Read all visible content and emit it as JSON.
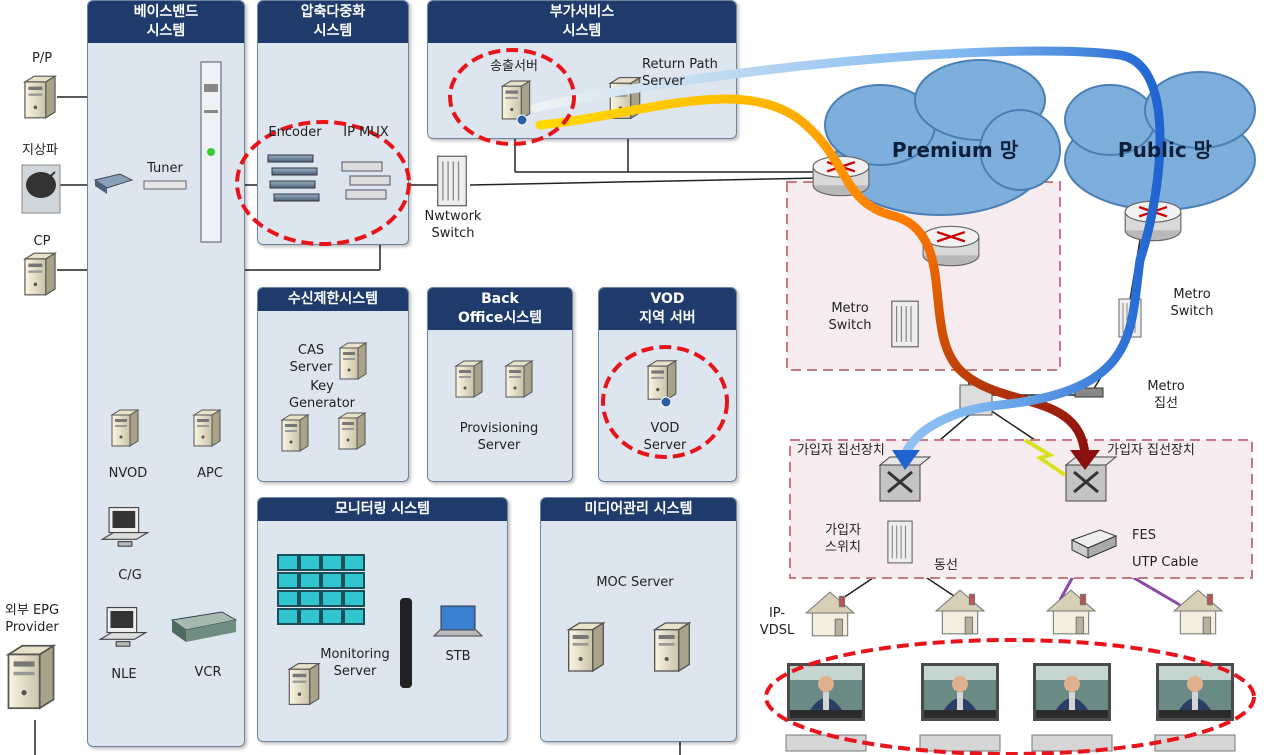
{
  "panels": {
    "baseband": "베이스밴드\n시스템",
    "compression": "압축다중화\n시스템",
    "value_added": "부가서비스\n시스템",
    "cas": "수신제한시스템",
    "back_office": "Back\nOffice시스템",
    "vod": "VOD\n지역 서버",
    "monitoring": "모니터링 시스템",
    "media_mgmt": "미디어관리 시스템"
  },
  "labels": {
    "pp": "P/P",
    "terrestrial": "지상파",
    "cp": "CP",
    "tuner": "Tuner",
    "external_epg": "외부 EPG\nProvider",
    "nvod": "NVOD",
    "apc": "APC",
    "cg": "C/G",
    "nle": "NLE",
    "vcr": "VCR",
    "encoder": "Encoder",
    "ip_mux": "IP MUX",
    "network_switch": "Nwtwork\nSwitch",
    "broadcast_server": "송출서버",
    "return_path": "Return Path\nServer",
    "cas_server": "CAS\nServer",
    "key_generator": "Key\nGenerator",
    "provisioning_server": "Provisioning\nServer",
    "vod_server": "VOD\nServer",
    "monitoring_server": "Monitoring\nServer",
    "stb": "STB",
    "moc_server": "MOC Server",
    "premium_net": "Premium 망",
    "public_net": "Public 망",
    "metro_switch_left": "Metro\nSwitch",
    "metro_switch_right": "Metro\nSwitch",
    "metro_aggregation": "Metro\n집선",
    "subscriber_agg_left": "가입자 집선장치",
    "subscriber_agg_right": "가입자 집선장치",
    "subscriber_switch": "가입자\n스위치",
    "coax": "동선",
    "fes": "FES",
    "utp_cable": "UTP Cable",
    "ip_vdsl": "IP-\nVDSL"
  },
  "colors": {
    "panel_header": "#1f3b6b",
    "panel_body": "#dde5ee",
    "highlight_circle": "#e8141c",
    "cloud": "#6fa0cf",
    "path_warm": "#ffcc00",
    "path_cool": "#1e78e0"
  }
}
